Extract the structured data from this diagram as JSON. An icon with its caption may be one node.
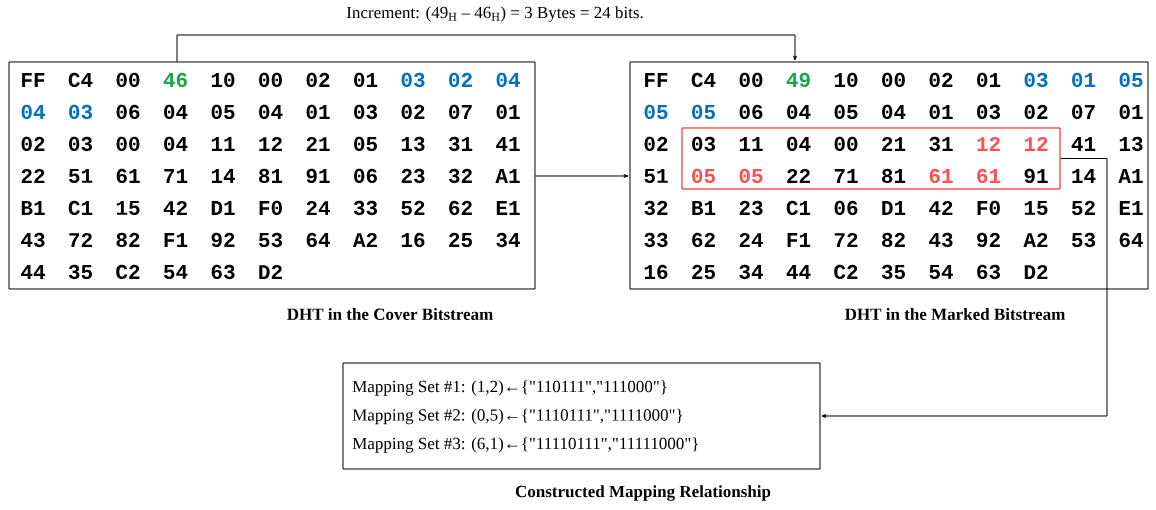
{
  "diagram": {
    "nodes": [
      {
        "text": [
          "FF",
          "C4",
          "00",
          "46",
          "10",
          "00",
          "02",
          "01",
          "03",
          "02",
          "04",
          "04",
          "03",
          "06",
          "04",
          "05",
          "04",
          "01",
          "03",
          "02",
          "07",
          "01",
          "02",
          "03",
          "00",
          "04",
          "11",
          "12",
          "21",
          "05",
          "13",
          "31",
          "41",
          "22",
          "51",
          "61",
          "71",
          "14",
          "81",
          "91",
          "06",
          "23",
          "32",
          "A1",
          "B1",
          "C1",
          "15",
          "42",
          "D1",
          "F0",
          "24",
          "33",
          "52",
          "62",
          "E1",
          "43",
          "72",
          "82",
          "F1",
          "92",
          "53",
          "64",
          "A2",
          "16",
          "25",
          "34",
          "44",
          "35",
          "C2",
          "54",
          "63",
          "D2"
        ],
        "beside": [
          "DHT in the Cover Bitstream"
        ]
      },
      {
        "text": [
          "FF",
          "C4",
          "00",
          "49",
          "10",
          "00",
          "02",
          "01",
          "03",
          "01",
          "05",
          "05",
          "05",
          "06",
          "04",
          "05",
          "04",
          "01",
          "03",
          "02",
          "07",
          "01",
          "02",
          "41",
          "13",
          "51",
          "14",
          "A1",
          "32",
          "B1",
          "23",
          "C1",
          "06",
          "D1",
          "42",
          "F0",
          "15",
          "52",
          "E1",
          "33",
          "62",
          "24",
          "F1",
          "72",
          "82",
          "43",
          "92",
          "A2",
          "53",
          "64",
          "16",
          "25",
          "34",
          "44",
          "C2",
          "35",
          "54",
          "63",
          "D2"
        ],
        "beside": [
          "DHT in the Marked Bitstream"
        ]
      },
      {
        "text": [
          "03",
          "11",
          "04",
          "00",
          "21",
          "31",
          "12",
          "12",
          "05",
          "05",
          "22",
          "71",
          "81",
          "61",
          "61",
          "91"
        ],
        "in": 1
      },
      {
        "text": [
          "Mapping Set #1: (1,2)←{\"110111\",\"111000\"}",
          "Mapping Set #2: (0,5)←{\"1110111\",\"1111000\"}",
          "Mapping Set #3: (6,1)←{\"11110111\",\"11111000\"}"
        ],
        "beside": [
          "Constructed Mapping Relationship"
        ]
      }
    ],
    "edges": [
      {
        "from": 0,
        "to": 1,
        "arrow": "to",
        "label": "Increment: (49$_{H}$ – 46$_{H}$) = 3 Bytes = 24 bits."
      },
      {
        "from": 0,
        "to": 1,
        "arrow": "to"
      },
      {
        "from": 2,
        "to": 3,
        "arrow": "to"
      }
    ]
  }
}
